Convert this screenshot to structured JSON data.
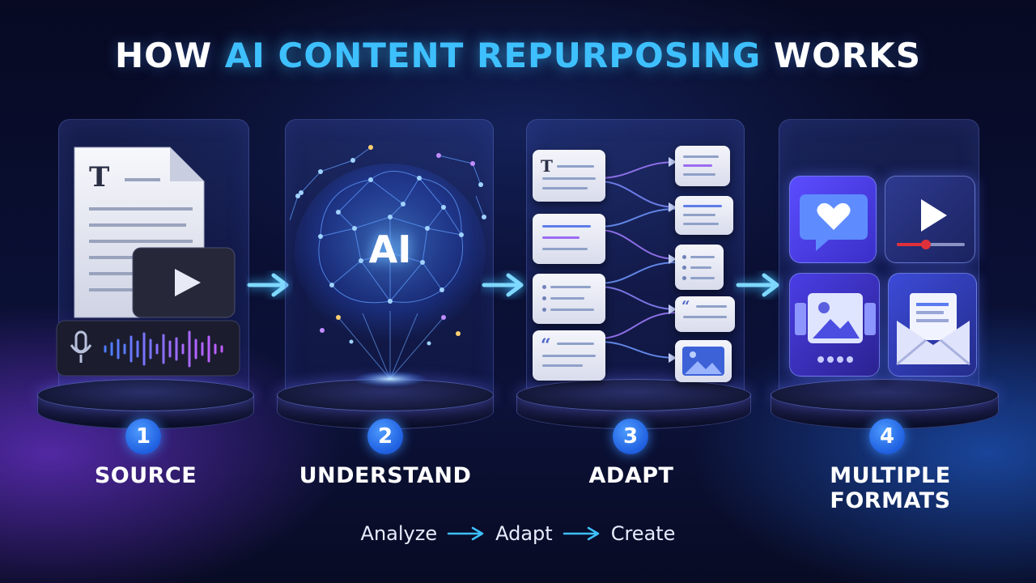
{
  "title": {
    "prefix": "HOW",
    "accent": "AI CONTENT REPURPOSING",
    "suffix": "WORKS"
  },
  "steps": [
    {
      "number": "1",
      "label": "SOURCE"
    },
    {
      "number": "2",
      "label": "UNDERSTAND"
    },
    {
      "number": "3",
      "label": "ADAPT"
    },
    {
      "number": "4",
      "label": "MULTIPLE FORMATS"
    }
  ],
  "source_panel": {
    "doc_glyph": "T"
  },
  "understand_panel": {
    "brain_text": "AI"
  },
  "adapt_panel": {
    "input_glyph": "T",
    "quote_glyph": "“",
    "output_quote_glyph": "“"
  },
  "footer": {
    "steps": [
      "Analyze",
      "Adapt",
      "Create"
    ]
  },
  "colors": {
    "accent": "#3ec0ff",
    "badge": "#1f5fe0",
    "background": "#0a0f33",
    "glow_purple": "#8c3cff",
    "glow_blue": "#2878ff"
  },
  "icons": [
    "document-icon",
    "video-play-icon",
    "microphone-icon",
    "waveform-icon",
    "ai-brain-icon",
    "arrow-right-icon",
    "chat-heart-icon",
    "video-player-icon",
    "image-gallery-icon",
    "email-icon"
  ]
}
